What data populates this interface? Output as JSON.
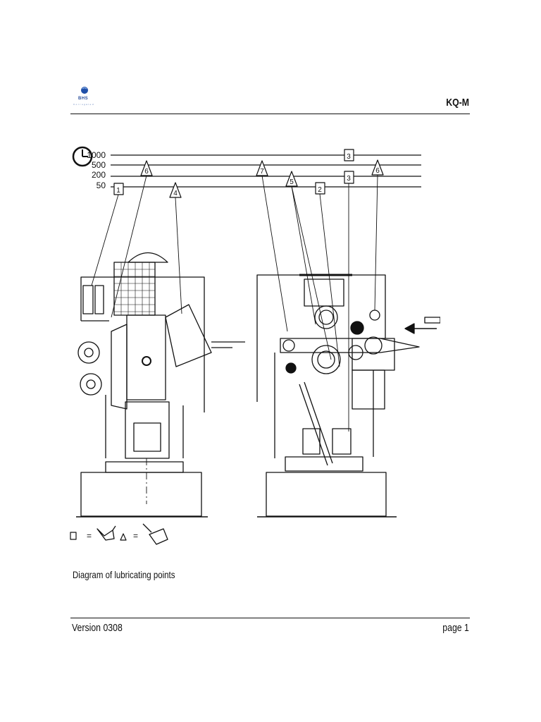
{
  "header": {
    "logo_text": "BHS",
    "logo_subtext": "Corrugated",
    "doc_code": "KQ-M"
  },
  "diagram": {
    "intervals": [
      "1000",
      "500",
      "200",
      "50"
    ],
    "markers": [
      "1",
      "6",
      "4",
      "7",
      "5",
      "2",
      "3",
      "3",
      "6"
    ],
    "legend_equals": "="
  },
  "caption": "Diagram of lubricating points",
  "footer": {
    "version": "Version 0308",
    "page": "page 1"
  }
}
